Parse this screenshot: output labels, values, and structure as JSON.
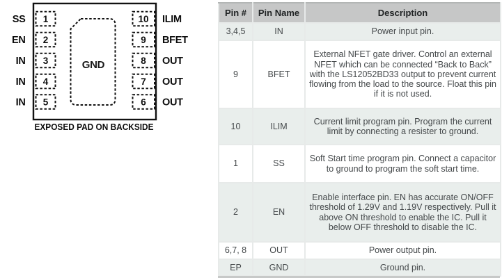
{
  "diagram": {
    "pad_label": "GND",
    "caption": "EXPOSED PAD ON BACKSIDE",
    "left_pins": [
      {
        "num": "1",
        "label": "SS"
      },
      {
        "num": "2",
        "label": "EN"
      },
      {
        "num": "3",
        "label": "IN"
      },
      {
        "num": "4",
        "label": "IN"
      },
      {
        "num": "5",
        "label": "IN"
      }
    ],
    "right_pins": [
      {
        "num": "10",
        "label": "ILIM"
      },
      {
        "num": "9",
        "label": "BFET"
      },
      {
        "num": "8",
        "label": "OUT"
      },
      {
        "num": "7",
        "label": "OUT"
      },
      {
        "num": "6",
        "label": "OUT"
      }
    ]
  },
  "table": {
    "headers": {
      "pin": "Pin #",
      "name": "Pin Name",
      "desc": "Description"
    },
    "rows": [
      {
        "pin": "3,4,5",
        "name": "IN",
        "desc": "Power input pin."
      },
      {
        "pin": "9",
        "name": "BFET",
        "desc": "External NFET gate driver. Control an external NFET which can be connected “Back to Back” with the LS12052BD33 output to prevent current flowing from the load to the source. Float this pin if it is not used."
      },
      {
        "pin": "10",
        "name": "ILIM",
        "desc": "Current limit program pin. Program the current limit by connecting a resister to ground."
      },
      {
        "pin": "1",
        "name": "SS",
        "desc": "Soft Start time program pin. Connect a capacitor to ground to program the soft start time."
      },
      {
        "pin": "2",
        "name": "EN",
        "desc": "Enable interface pin. EN has accurate ON/OFF threshold of 1.29V and 1.19V respectively. Pull it above ON threshold to enable the IC. Pull it below OFF threshold to disable the IC."
      },
      {
        "pin": "6,7, 8",
        "name": "OUT",
        "desc": "Power output pin."
      },
      {
        "pin": "EP",
        "name": "GND",
        "desc": "Ground pin."
      }
    ]
  },
  "colors": {
    "header_bg": "#c6c7c7",
    "row_alt_bg": "#e9eeec",
    "grid_line": "#e7eae9",
    "body_text": "#45494b",
    "diagram_ink": "#111111"
  }
}
